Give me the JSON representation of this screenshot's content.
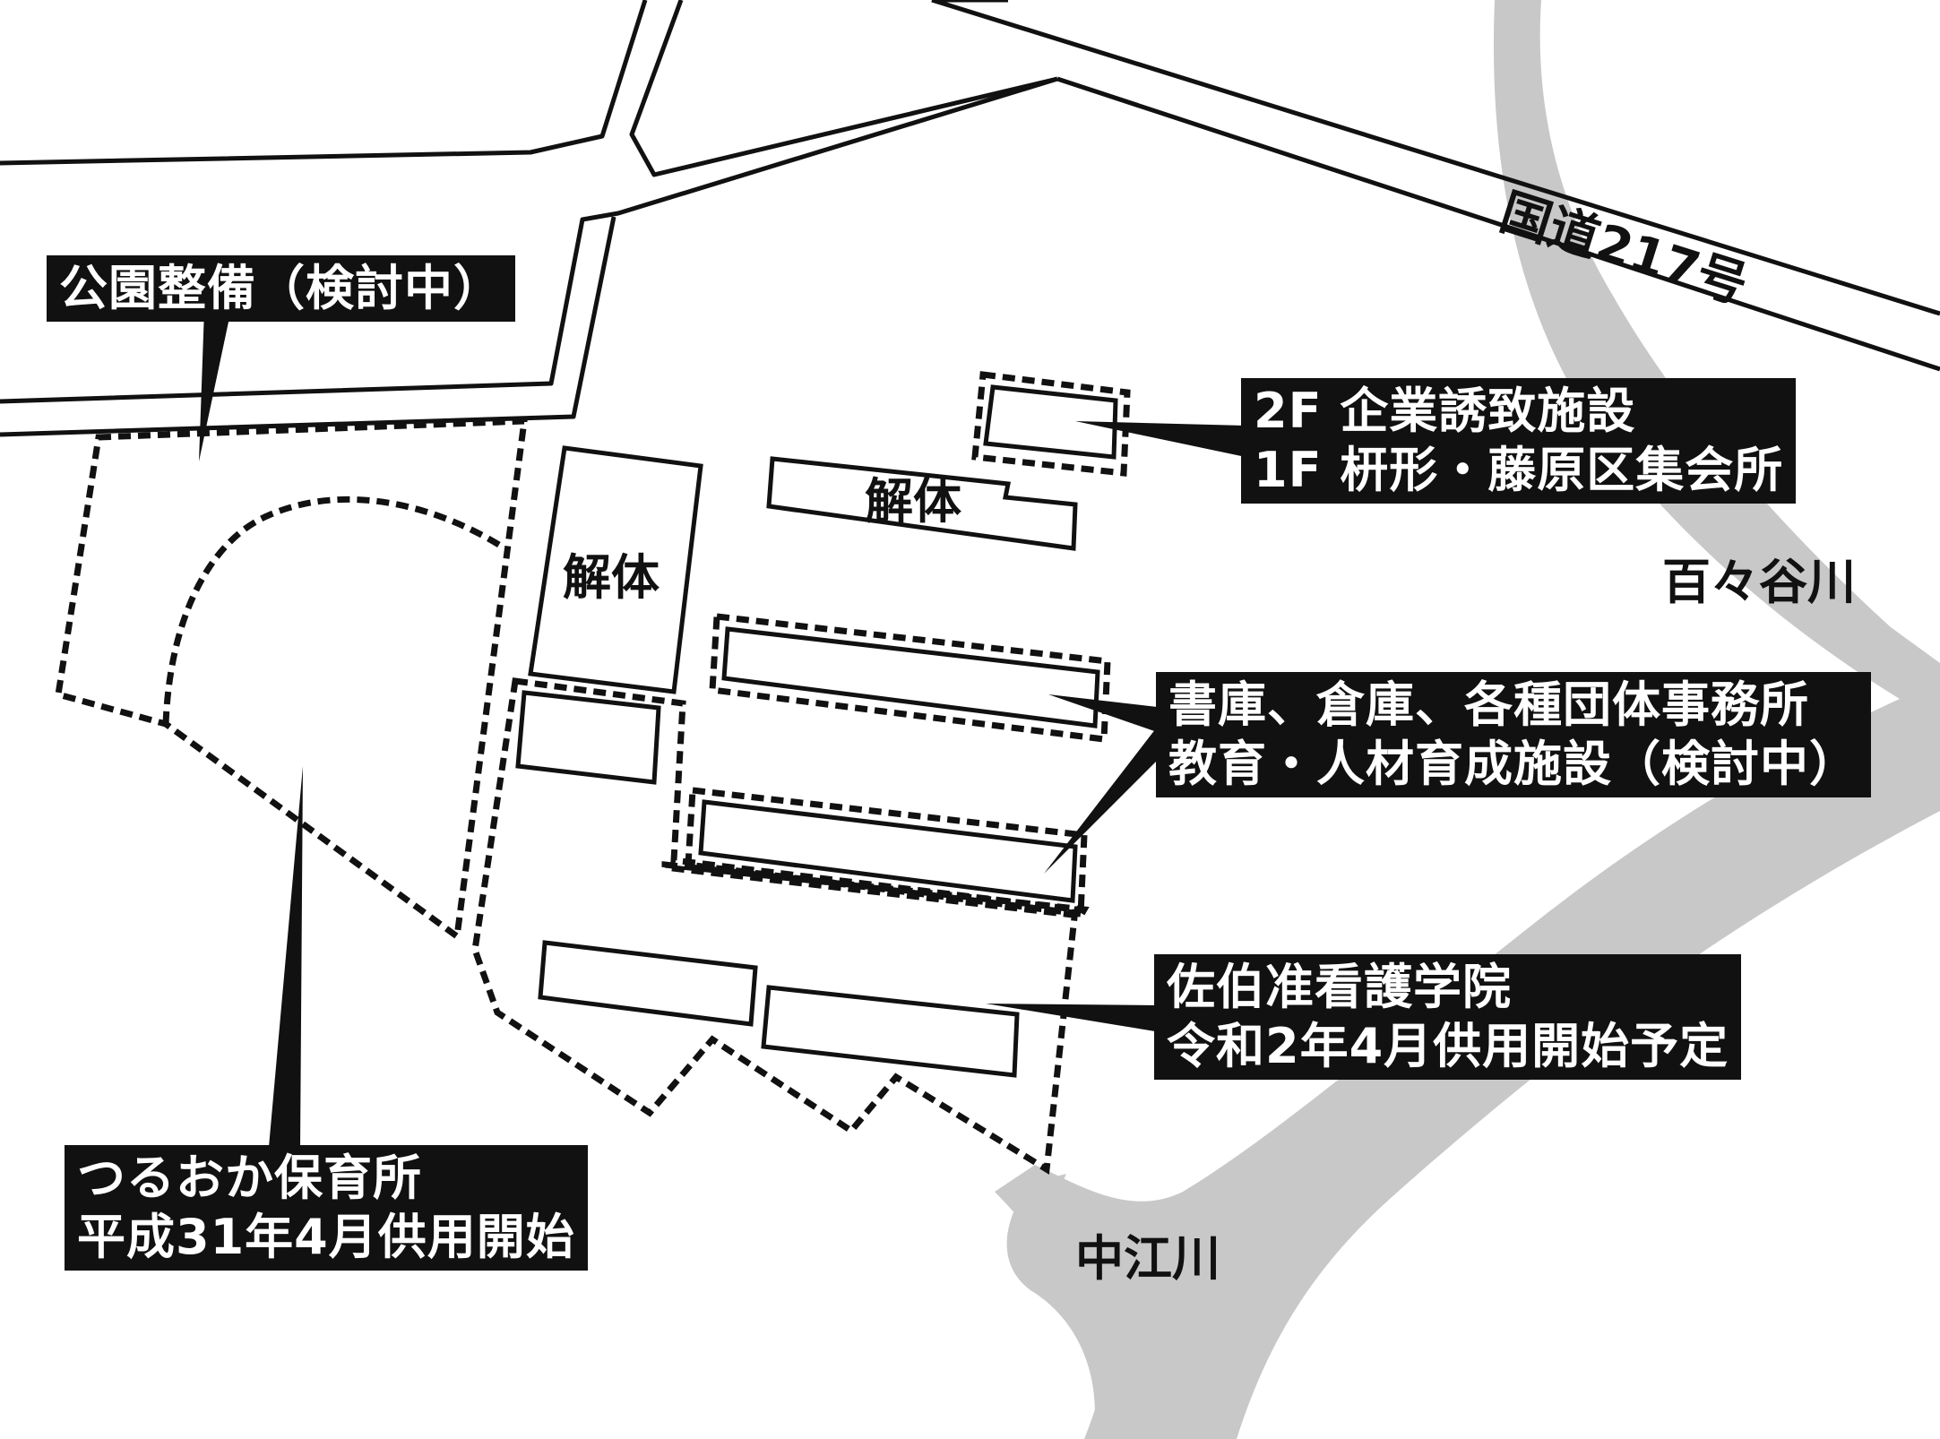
{
  "map": {
    "road_name": "国道217号",
    "rivers": {
      "momotani": "百々谷川",
      "nakae": "中江川"
    },
    "demolition_labels": [
      "解体",
      "解体"
    ],
    "callouts": {
      "park": {
        "lines": [
          "公園整備（検討中）"
        ]
      },
      "business": {
        "lines": [
          "2F  企業誘致施設",
          "1F  枅形・藤原区集会所"
        ]
      },
      "storage": {
        "lines": [
          "書庫、倉庫、各種団体事務所",
          "教育・人材育成施設（検討中）"
        ]
      },
      "nursing": {
        "lines": [
          "佐伯准看護学院",
          "令和2年4月供用開始予定"
        ]
      },
      "nursery": {
        "lines": [
          "つるおか保育所",
          "平成31年4月供用開始"
        ]
      }
    },
    "colors": {
      "river": "#c8c8c8",
      "line": "#111111",
      "label_bg": "#111111",
      "label_text": "#ffffff"
    }
  }
}
